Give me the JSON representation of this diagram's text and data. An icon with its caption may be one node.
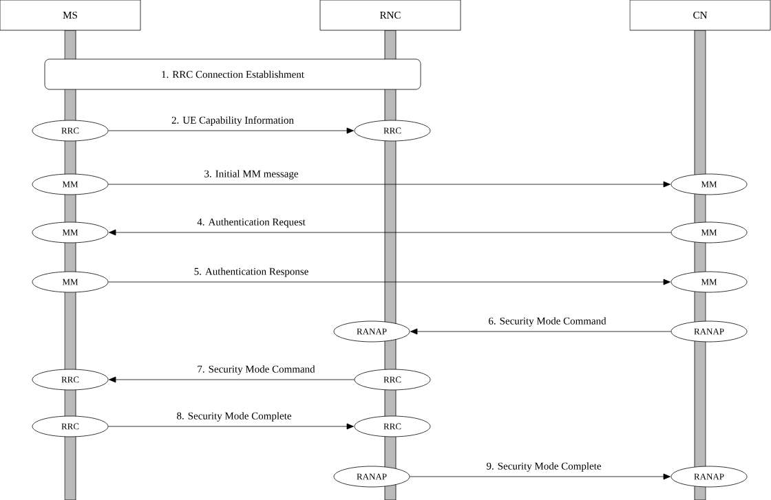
{
  "diagram": {
    "nodes": [
      {
        "text": [
          "MS"
        ]
      },
      {
        "text": [
          "RNC"
        ]
      },
      {
        "text": [
          "CN"
        ]
      },
      {
        "text": [
          "1. RRC Connection Establishment"
        ]
      },
      {
        "text": [
          "RRC"
        ]
      },
      {
        "text": [
          "RRC"
        ]
      },
      {
        "text": [
          "MM"
        ]
      },
      {
        "text": [
          "MM"
        ]
      },
      {
        "text": [
          "MM"
        ]
      },
      {
        "text": [
          "MM"
        ]
      },
      {
        "text": [
          "MM"
        ]
      },
      {
        "text": [
          "MM"
        ]
      },
      {
        "text": [
          "RANAP"
        ]
      },
      {
        "text": [
          "RANAP"
        ]
      },
      {
        "text": [
          "RRC"
        ]
      },
      {
        "text": [
          "RRC"
        ]
      },
      {
        "text": [
          "RRC"
        ]
      },
      {
        "text": [
          "RRC"
        ]
      },
      {
        "text": [
          "RANAP"
        ]
      },
      {
        "text": [
          "RANAP"
        ]
      }
    ],
    "edges": [
      {
        "from": 4,
        "to": 5,
        "arrow": "to",
        "label": "2. UE Capability Information"
      },
      {
        "from": 6,
        "to": 7,
        "arrow": "to",
        "label": "3. Initial MM message"
      },
      {
        "from": 9,
        "to": 8,
        "arrow": "to",
        "label": "4. Authentication Request"
      },
      {
        "from": 10,
        "to": 11,
        "arrow": "to",
        "label": "5. Authentication Response"
      },
      {
        "from": 13,
        "to": 12,
        "arrow": "to",
        "label": "6. Security Mode Command"
      },
      {
        "from": 15,
        "to": 14,
        "arrow": "to",
        "label": "7. Security Mode Command"
      },
      {
        "from": 16,
        "to": 17,
        "arrow": "to",
        "label": "8. Security Mode Complete"
      },
      {
        "from": 18,
        "to": 19,
        "arrow": "to",
        "label": "9. Security Mode Complete"
      }
    ]
  }
}
